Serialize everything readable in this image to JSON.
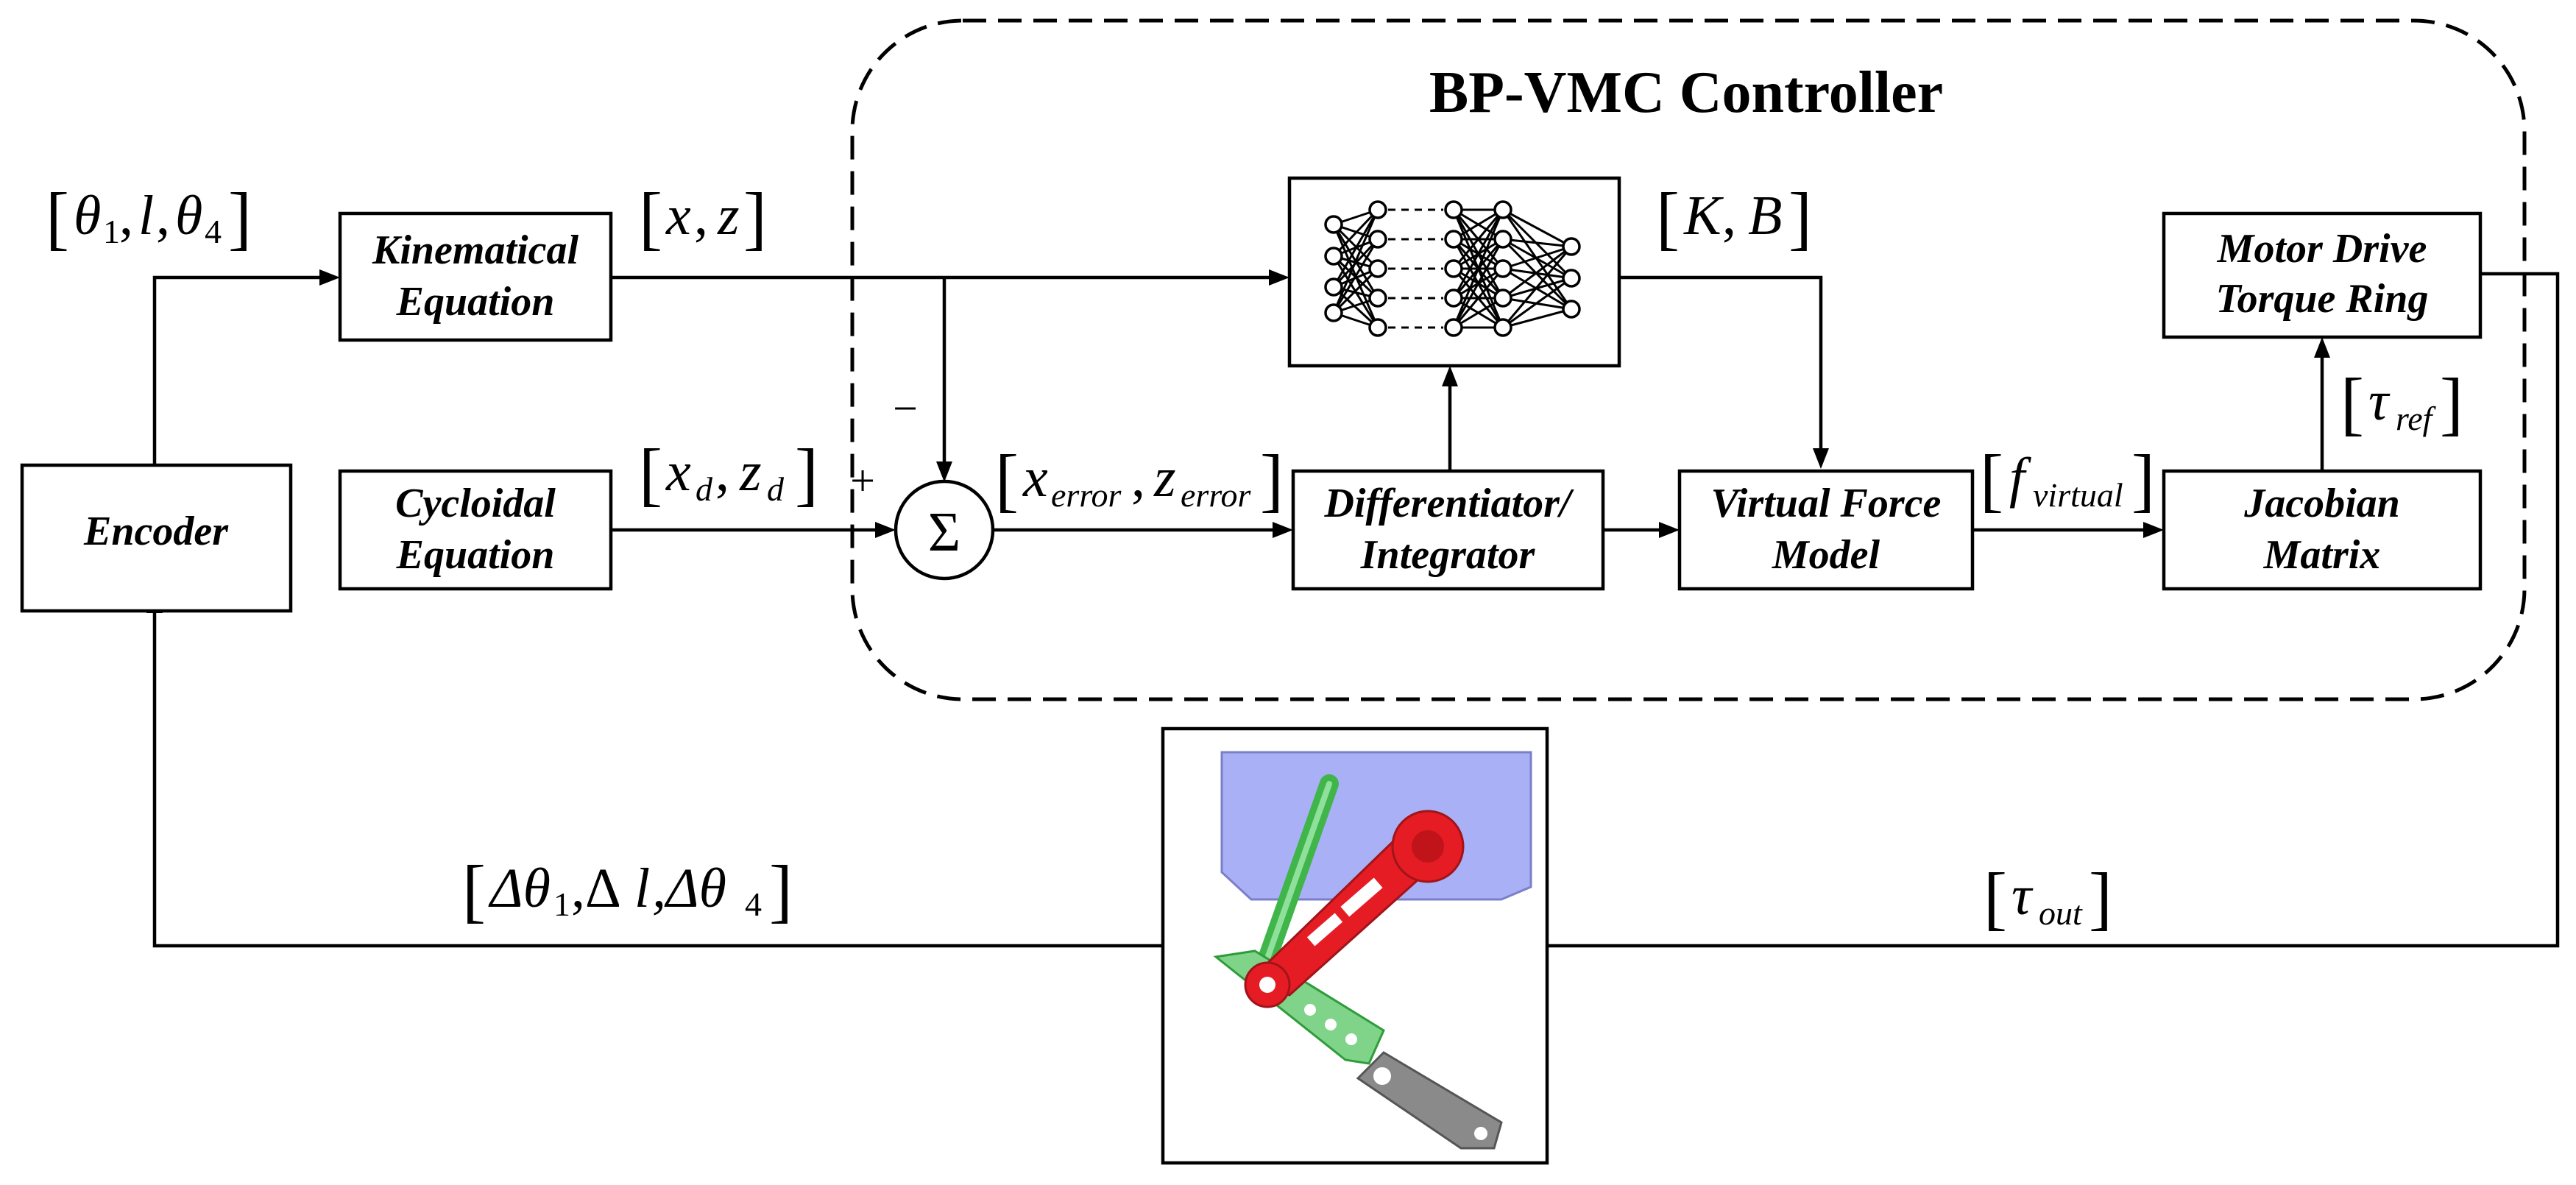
{
  "controller": {
    "title": "BP-VMC Controller"
  },
  "blocks": {
    "encoder": "Encoder",
    "kinematical": [
      "Kinematical",
      "Equation"
    ],
    "cycloidal": [
      "Cycloidal",
      "Equation"
    ],
    "differentiator": [
      "Differentiator/",
      "Integrator"
    ],
    "virtual_force": [
      "Virtual Force",
      "Model"
    ],
    "jacobian": [
      "Jacobian",
      "Matrix"
    ],
    "motor": [
      "Motor Drive",
      "Torque Ring"
    ]
  },
  "signals": {
    "encoder_out": {
      "open": "[",
      "parts": [
        "θ",
        "1",
        ",",
        "l",
        ",",
        "θ",
        "4"
      ],
      "close": "]"
    },
    "kin_out": {
      "open": "[",
      "parts": [
        "x",
        ",",
        "z"
      ],
      "close": "]"
    },
    "cyc_out": {
      "open": "[",
      "parts": [
        "x",
        "d",
        ",",
        "z",
        "d"
      ],
      "close": "]"
    },
    "error": {
      "open": "[",
      "parts": [
        "x",
        "error",
        ",",
        "z",
        "error"
      ],
      "close": "]"
    },
    "gains": {
      "open": "[",
      "parts": [
        "K",
        ",",
        "B"
      ],
      "close": "]"
    },
    "fvirtual": {
      "open": "[",
      "parts": [
        "f",
        "virtual"
      ],
      "close": "]"
    },
    "tauref": {
      "open": "[",
      "parts": [
        "τ",
        "ref"
      ],
      "close": "]"
    },
    "tauout": {
      "open": "[",
      "parts": [
        "τ",
        "out"
      ],
      "close": "]"
    },
    "feedback": {
      "open": "[",
      "parts": [
        "Δθ",
        "1",
        ",Δ",
        "l",
        ",Δθ",
        "4"
      ],
      "close": "]"
    }
  },
  "sum": {
    "symbol": "Σ",
    "plus": "+",
    "minus": "−"
  },
  "colors": {
    "leg_red": "#e51c23",
    "leg_green": "#3fb54a",
    "body_blue": "#aab0f5",
    "foot_gray": "#8a8a8a"
  }
}
